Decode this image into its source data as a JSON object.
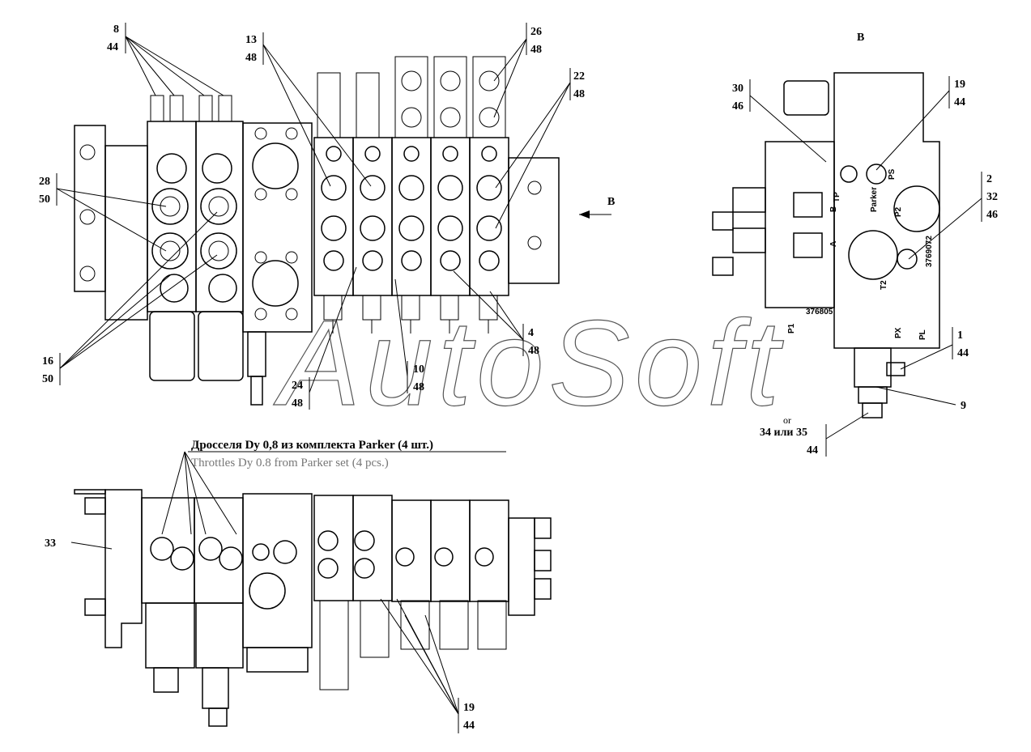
{
  "watermark": "AutoSoft",
  "view_label": "B",
  "view_arrow_label": "B",
  "caption": {
    "russian": "Дросселя Dy 0,8 из комплекта Parker (4 шт.)",
    "english": "Throttles Dy 0.8 from Parker set (4 pcs.)"
  },
  "callouts": [
    {
      "id": "c-8-44",
      "top": "8",
      "bottom": "44"
    },
    {
      "id": "c-13-48",
      "top": "13",
      "bottom": "48"
    },
    {
      "id": "c-26-48",
      "top": "26",
      "bottom": "48"
    },
    {
      "id": "c-22-48",
      "top": "22",
      "bottom": "48"
    },
    {
      "id": "c-28-50",
      "top": "28",
      "bottom": "50"
    },
    {
      "id": "c-16-50",
      "top": "16",
      "bottom": "50"
    },
    {
      "id": "c-24-48",
      "top": "24",
      "bottom": "48"
    },
    {
      "id": "c-10-48",
      "top": "10",
      "bottom": "48"
    },
    {
      "id": "c-4-48",
      "top": "4",
      "bottom": "48"
    },
    {
      "id": "c-30-46",
      "top": "30",
      "bottom": "46"
    },
    {
      "id": "c-19-44-top",
      "top": "19",
      "bottom": "44"
    },
    {
      "id": "c-1-44",
      "top": "1",
      "bottom": "44"
    },
    {
      "id": "c-19-44-bottom",
      "top": "19",
      "bottom": "44"
    }
  ],
  "callout_2_32_46": {
    "a": "2",
    "b": "32",
    "c": "46"
  },
  "callout_34_35": {
    "or": "or",
    "top": "34 или 35",
    "bottom": "44"
  },
  "single_labels": {
    "nine": "9",
    "thirtythree": "33"
  },
  "side_view_stamps": {
    "parker": "Parker",
    "part_no": "3769072",
    "part_no_2": "376805",
    "p2": "P2",
    "t2": "T2",
    "ps": "PS",
    "p1": "P1",
    "a": "A",
    "b": "B",
    "tp": "TP",
    "px": "PX",
    "pl": "PL"
  }
}
